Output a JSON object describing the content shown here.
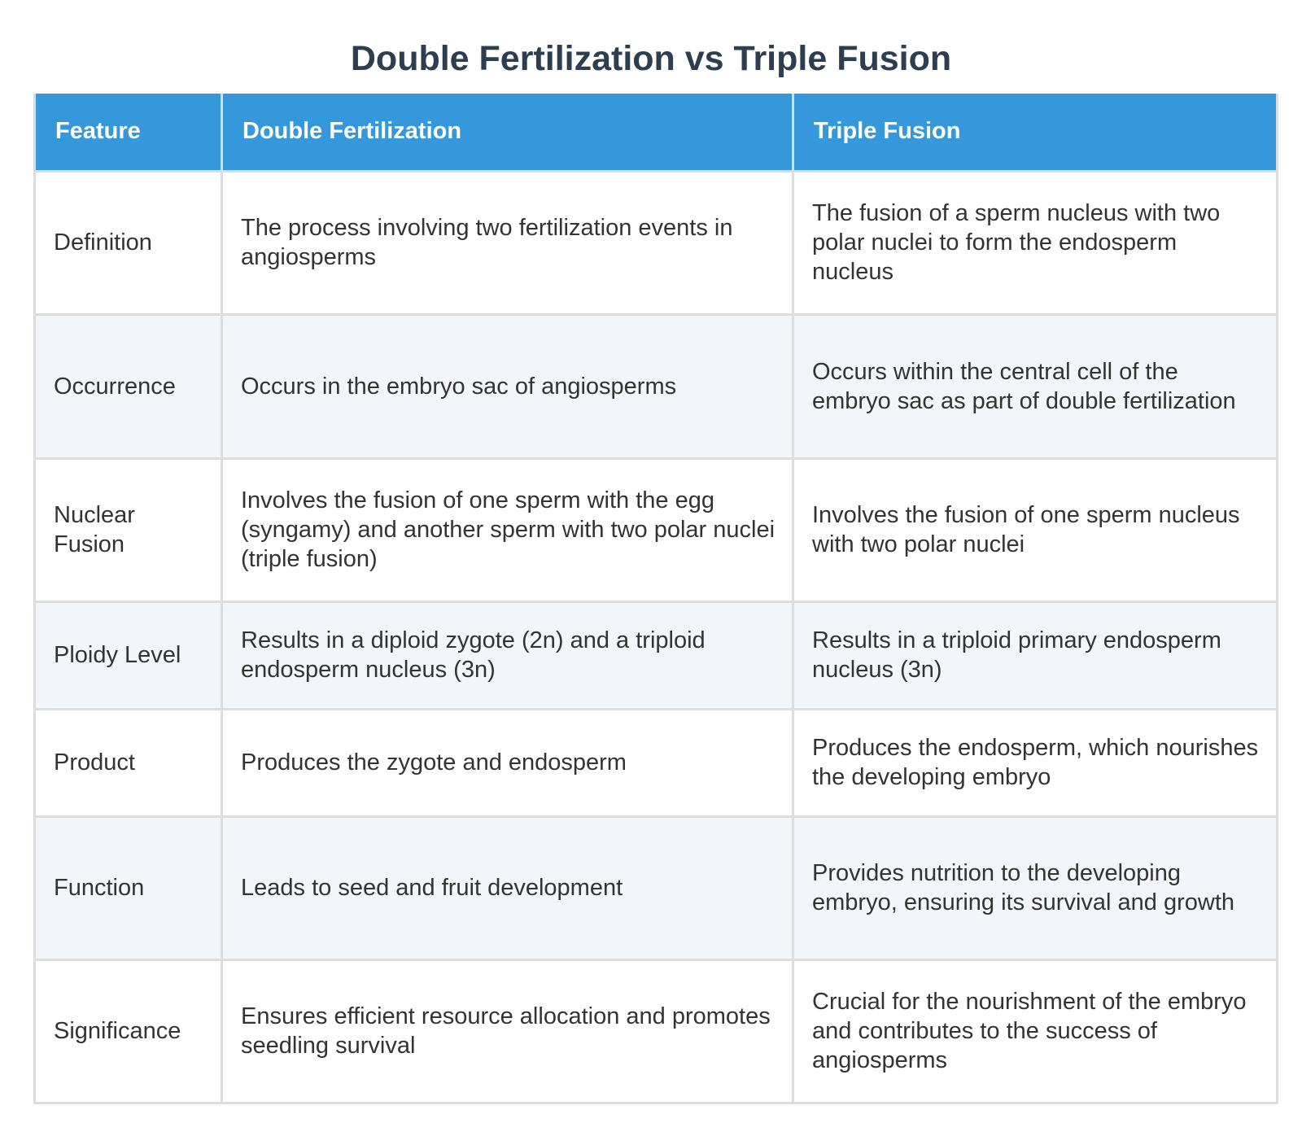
{
  "title": "Double Fertilization vs Triple Fusion",
  "colors": {
    "header_bg": "#3498db",
    "title_text": "#2c3e50",
    "alt_row_bg": "#f2f5fa"
  },
  "table": {
    "headers": [
      "Feature",
      "Double Fertilization",
      "Triple Fusion"
    ],
    "rows": [
      {
        "feature": "Definition",
        "double": "The process involving two fertilization events in angiosperms",
        "triple": "The fusion of a sperm nucleus with two polar nuclei to form the endosperm nucleus"
      },
      {
        "feature": "Occurrence",
        "double": "Occurs in the embryo sac of angiosperms",
        "triple": "Occurs within the central cell of the embryo sac as part of double fertilization"
      },
      {
        "feature": "Nuclear Fusion",
        "double": "Involves the fusion of one sperm with the egg (syngamy) and another sperm with two polar nuclei (triple fusion)",
        "triple": "Involves the fusion of one sperm nucleus with two polar nuclei"
      },
      {
        "feature": "Ploidy Level",
        "double": "Results in a diploid zygote (2n) and a triploid endosperm nucleus (3n)",
        "triple": "Results in a triploid primary endosperm nucleus (3n)"
      },
      {
        "feature": "Product",
        "double": "Produces the zygote and endosperm",
        "triple": "Produces the endosperm, which nourishes the developing embryo"
      },
      {
        "feature": "Function",
        "double": "Leads to seed and fruit development",
        "triple": "Provides nutrition to the developing embryo, ensuring its survival and growth"
      },
      {
        "feature": "Significance",
        "double": "Ensures efficient resource allocation and promotes seedling survival",
        "triple": "Crucial for the nourishment of the embryo and contributes to the success of angiosperms"
      }
    ]
  }
}
